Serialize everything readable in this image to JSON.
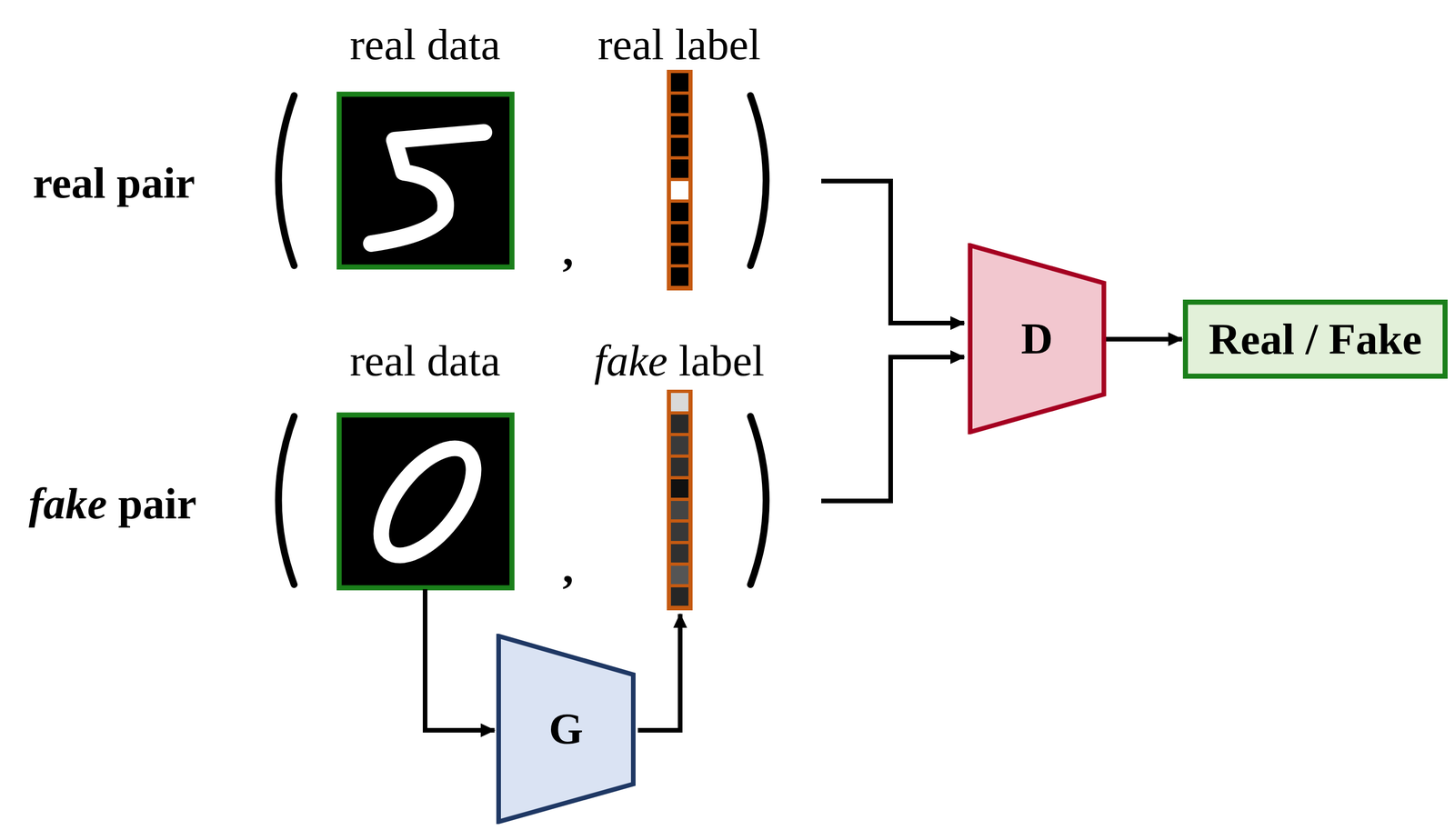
{
  "diagram": {
    "nodes": [
      {
        "text": [
          "D"
        ]
      },
      {
        "text": [
          "Real / Fake"
        ]
      },
      {
        "text": [
          "G"
        ]
      }
    ],
    "edges": [
      {
        "from": 0,
        "to": 1,
        "arrow": "to"
      }
    ],
    "labels": [
      "real data",
      "real label",
      "real pair",
      ",",
      "real data",
      "fake",
      "label",
      "fake",
      "pair",
      ","
    ]
  }
}
